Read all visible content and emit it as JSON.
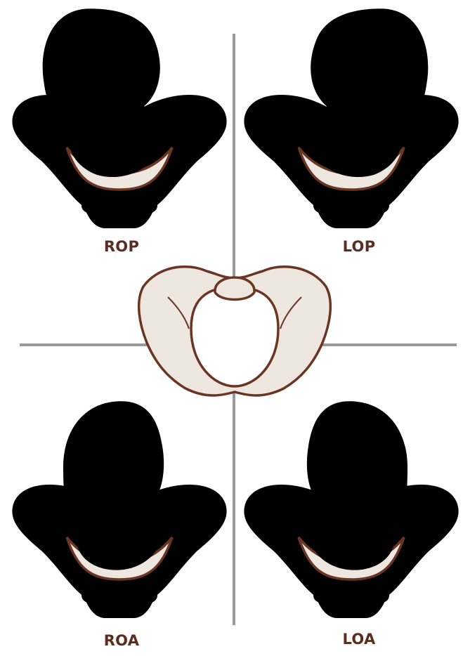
{
  "positions": {
    "rop": {
      "label": "ROP"
    },
    "lop": {
      "label": "LOP"
    },
    "roa": {
      "label": "ROA"
    },
    "loa": {
      "label": "LOA"
    }
  },
  "colors": {
    "outline": "#6b3524",
    "bone_fill": "#ede7e0",
    "fetus_fill": "#cfa696",
    "crosshair": "#9a9a9a",
    "label": "#5a2d20"
  }
}
